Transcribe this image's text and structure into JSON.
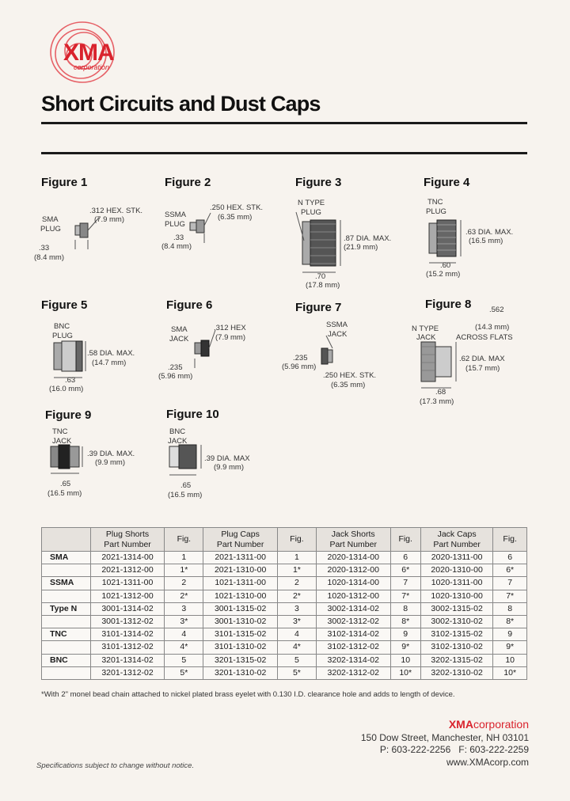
{
  "logo": {
    "name": "XMA",
    "sub": "corporation"
  },
  "title": "Short Circuits and Dust Caps",
  "figures": [
    {
      "label": "Figure 1",
      "part": "SMA\nPLUG",
      "hex": ".312 HEX. STK.",
      "hex_mm": "(7.9 mm)",
      "len": ".33",
      "len_mm": "(8.4 mm)"
    },
    {
      "label": "Figure 2",
      "part": "SSMA\nPLUG",
      "hex": ".250 HEX. STK.",
      "hex_mm": "(6.35 mm)",
      "len": ".33",
      "len_mm": "(8.4 mm)"
    },
    {
      "label": "Figure 3",
      "part": "N TYPE\nPLUG",
      "dia": ".87 DIA. MAX.",
      "dia_mm": "(21.9 mm)",
      "len": ".70",
      "len_mm": "(17.8 mm)"
    },
    {
      "label": "Figure 4",
      "part": "TNC\nPLUG",
      "dia": ".63 DIA. MAX.",
      "dia_mm": "(16.5 mm)",
      "len": ".60",
      "len_mm": "(15.2 mm)"
    },
    {
      "label": "Figure 5",
      "part": "BNC\nPLUG",
      "dia": ".58 DIA. MAX.",
      "dia_mm": "(14.7 mm)",
      "len": ".63",
      "len_mm": "(16.0 mm)"
    },
    {
      "label": "Figure 6",
      "part": "SMA\nJACK",
      "hex": ".312 HEX",
      "hex_mm": "(7.9 mm)",
      "len": ".235",
      "len_mm": "(5.96 mm)"
    },
    {
      "label": "Figure 7",
      "part": "SSMA\nJACK",
      "hex": ".250 HEX. STK.",
      "hex_mm": "(6.35 mm)",
      "len": ".235",
      "len_mm": "(5.96 mm)"
    },
    {
      "label": "Figure 8",
      "part": "N TYPE\nJACK",
      "flats": ".562",
      "flats_mm": "(14.3 mm)",
      "flats_txt": "ACROSS FLATS",
      "dia": ".62 DIA. MAX",
      "dia_mm": "(15.7 mm)",
      "len": ".68",
      "len_mm": "(17.3 mm)"
    },
    {
      "label": "Figure 9",
      "part": "TNC\nJACK",
      "dia": ".39 DIA. MAX.",
      "dia_mm": "(9.9 mm)",
      "len": ".65",
      "len_mm": "(16.5 mm)"
    },
    {
      "label": "Figure 10",
      "part": "BNC\nJACK",
      "dia": ".39 DIA. MAX",
      "dia_mm": "(9.9 mm)",
      "len": ".65",
      "len_mm": "(16.5 mm)"
    }
  ],
  "table": {
    "headers": [
      "",
      "Plug Shorts\nPart Number",
      "Fig.",
      "Plug Caps\nPart Number",
      "Fig.",
      "Jack Shorts\nPart Number",
      "Fig.",
      "Jack Caps\nPart Number",
      "Fig."
    ],
    "rows": [
      [
        "SMA",
        "2021-1314-00",
        "1",
        "2021-1311-00",
        "1",
        "2020-1314-00",
        "6",
        "2020-1311-00",
        "6"
      ],
      [
        "",
        "2021-1312-00",
        "1*",
        "2021-1310-00",
        "1*",
        "2020-1312-00",
        "6*",
        "2020-1310-00",
        "6*"
      ],
      [
        "SSMA",
        "1021-1311-00",
        "2",
        "1021-1311-00",
        "2",
        "1020-1314-00",
        "7",
        "1020-1311-00",
        "7"
      ],
      [
        "",
        "1021-1312-00",
        "2*",
        "1021-1310-00",
        "2*",
        "1020-1312-00",
        "7*",
        "1020-1310-00",
        "7*"
      ],
      [
        "Type N",
        "3001-1314-02",
        "3",
        "3001-1315-02",
        "3",
        "3002-1314-02",
        "8",
        "3002-1315-02",
        "8"
      ],
      [
        "",
        "3001-1312-02",
        "3*",
        "3001-1310-02",
        "3*",
        "3002-1312-02",
        "8*",
        "3002-1310-02",
        "8*"
      ],
      [
        "TNC",
        "3101-1314-02",
        "4",
        "3101-1315-02",
        "4",
        "3102-1314-02",
        "9",
        "3102-1315-02",
        "9"
      ],
      [
        "",
        "3101-1312-02",
        "4*",
        "3101-1310-02",
        "4*",
        "3102-1312-02",
        "9*",
        "3102-1310-02",
        "9*"
      ],
      [
        "BNC",
        "3201-1314-02",
        "5",
        "3201-1315-02",
        "5",
        "3202-1314-02",
        "10",
        "3202-1315-02",
        "10"
      ],
      [
        "",
        "3201-1312-02",
        "5*",
        "3201-1310-02",
        "5*",
        "3202-1312-02",
        "10*",
        "3202-1310-02",
        "10*"
      ]
    ]
  },
  "footnote": "*With 2\" monel bead chain attached to nickel plated brass eyelet with 0.130 I.D. clearance hole and adds to length of device.",
  "contact": {
    "brand": "XMA",
    "brand_sub": "corporation",
    "address": "150 Dow Street, Manchester, NH 03101",
    "phones": "P: 603-222-2256   F: 603-222-2259",
    "web": "www.XMAcorp.com"
  },
  "disclaimer": "Specifications subject to change without notice.",
  "colors": {
    "brand": "#d9232d",
    "rule": "#1a1a1a"
  }
}
